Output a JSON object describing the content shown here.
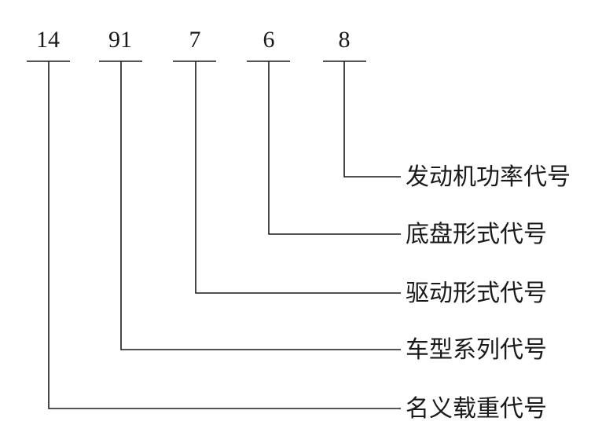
{
  "codes": [
    {
      "text": "14"
    },
    {
      "text": "91"
    },
    {
      "text": "7"
    },
    {
      "text": "6"
    },
    {
      "text": "8"
    }
  ],
  "labels": [
    {
      "text": "发动机功率代号"
    },
    {
      "text": "底盘形式代号"
    },
    {
      "text": "驱动形式代号"
    },
    {
      "text": "车型系列代号"
    },
    {
      "text": "名义载重代号"
    }
  ]
}
